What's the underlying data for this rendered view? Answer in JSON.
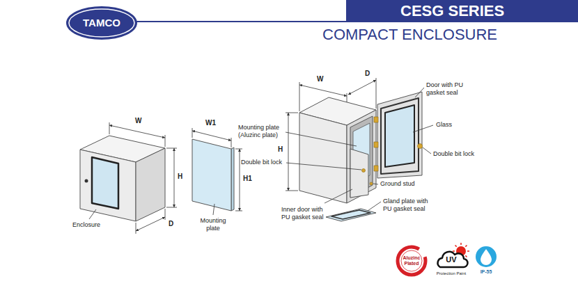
{
  "diagram": {
    "title": "COMPACT ENCLOSURE",
    "nodes": [
      {
        "text": [
          "TAMCO"
        ]
      },
      {
        "text": [
          "CESG SERIES"
        ]
      },
      {
        "text": [
          "Aluzinc Plated"
        ]
      },
      {
        "text": [
          "UV",
          "Protection Paint"
        ]
      },
      {
        "text": [
          "IP-55"
        ]
      }
    ],
    "labels": [
      "W",
      "H",
      "D",
      "Enclosure",
      "W1",
      "H1",
      "Mounting plate",
      "W",
      "D",
      "H",
      "Door with PU gasket seal",
      "Glass",
      "Mounting plate (Aluzinc plate)",
      "Double bit lock",
      "Double bit lock",
      "Ground stud",
      "Inner door with PU gasket seal",
      "Gland plate with PU gasket seal"
    ]
  }
}
